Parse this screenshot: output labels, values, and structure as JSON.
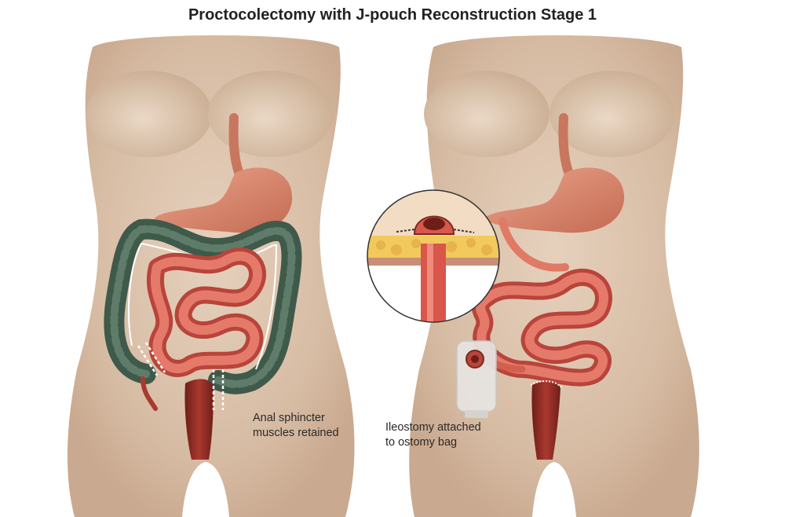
{
  "title": "Proctocolectomy with J-pouch Reconstruction Stage 1",
  "labels": {
    "left": {
      "line1": "Anal sphincter",
      "line2": "muscles retained"
    },
    "right": {
      "line1": "Ileostomy attached",
      "line2": "to ostomy bag"
    }
  },
  "colors": {
    "skin": "#d9bfa8",
    "colon": "#4d6656",
    "small_intestine": "#d95a4d",
    "rectum": "#8a2a22",
    "stomach": "#d98c73"
  }
}
